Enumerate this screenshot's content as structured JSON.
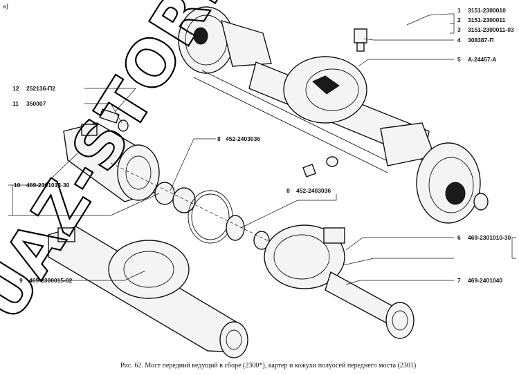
{
  "corner_mark": "а)",
  "watermark": "UAZ-STORE",
  "caption": "Рис. 62. Мост передний ведущий в сборе (2300*), картер и кожухи полуосей переднего моста (2301)",
  "callouts": [
    {
      "num": "1",
      "code": "3151-2300010"
    },
    {
      "num": "2",
      "code": "3151-2300011"
    },
    {
      "num": "3",
      "code": "3151-2300011-03"
    },
    {
      "num": "4",
      "code": "308387-П"
    },
    {
      "num": "5",
      "code": "А-24457-А"
    },
    {
      "num": "6",
      "code": "469-2301010-30"
    },
    {
      "num": "7",
      "code": "469-2401040"
    },
    {
      "num": "8",
      "code": "452-2403036",
      "position": "lower"
    },
    {
      "num": "8",
      "code": "452-2403036",
      "position": "upper"
    },
    {
      "num": "9",
      "code": "469-2300015-02"
    },
    {
      "num": "10",
      "code": "469-2301013-30"
    },
    {
      "num": "11",
      "code": "350007"
    },
    {
      "num": "12",
      "code": "252136-П2"
    }
  ]
}
